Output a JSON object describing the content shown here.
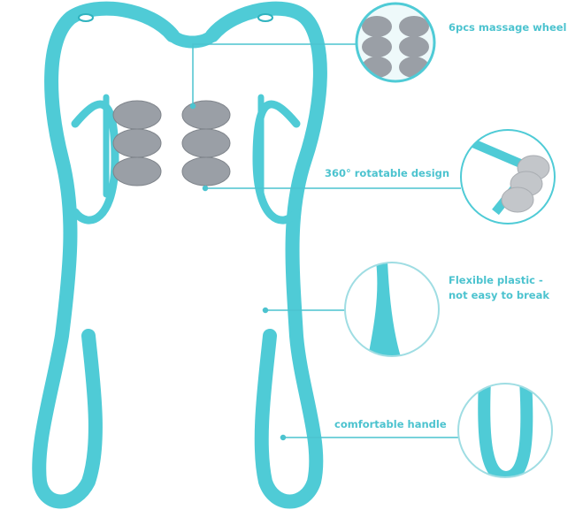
{
  "colors": {
    "product": "#4fcbd6",
    "product_dark": "#2fb3bf",
    "roller": "#9a9fa6",
    "roller_light": "#c3c6ca",
    "callout": "#4cc3cf"
  },
  "callouts": [
    {
      "lines": [
        "6pcs massage wheel"
      ]
    },
    {
      "lines": [
        "360° rotatable design"
      ]
    },
    {
      "lines": [
        "Flexible plastic -",
        "not easy to break"
      ]
    },
    {
      "lines": [
        "comfortable handle"
      ]
    }
  ]
}
